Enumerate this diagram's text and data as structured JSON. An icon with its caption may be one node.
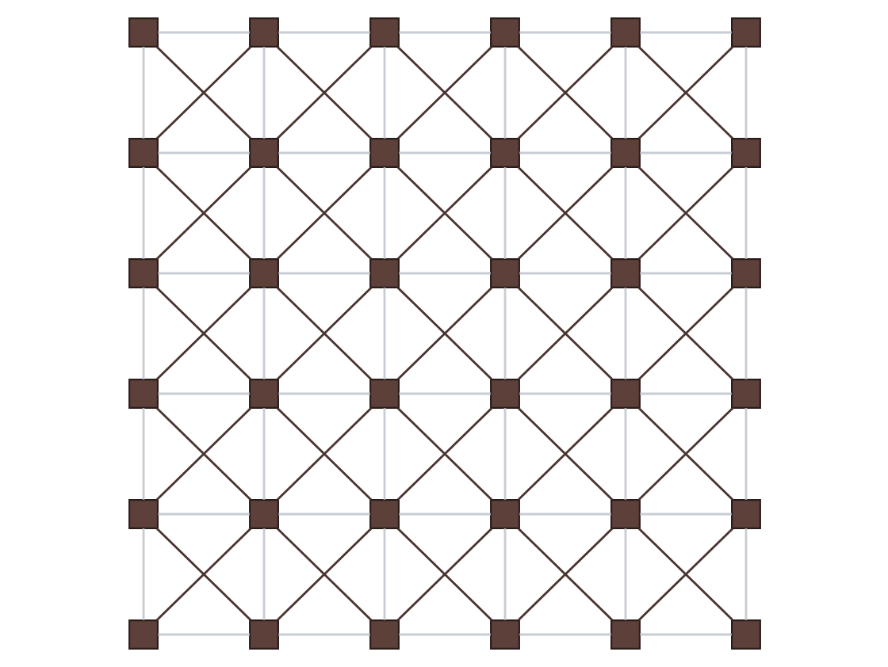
{
  "diagram": {
    "nodes": [
      {
        "text": [],
        "shape": "box"
      },
      {
        "text": [],
        "shape": "box"
      },
      {
        "text": [],
        "shape": "box"
      },
      {
        "text": [],
        "shape": "box"
      },
      {
        "text": [],
        "shape": "box"
      },
      {
        "text": [],
        "shape": "box"
      },
      {
        "text": [],
        "shape": "box"
      },
      {
        "text": [],
        "shape": "box"
      },
      {
        "text": [],
        "shape": "box"
      },
      {
        "text": [],
        "shape": "box"
      },
      {
        "text": [],
        "shape": "box"
      },
      {
        "text": [],
        "shape": "box"
      },
      {
        "text": [],
        "shape": "box"
      },
      {
        "text": [],
        "shape": "box"
      },
      {
        "text": [],
        "shape": "box"
      },
      {
        "text": [],
        "shape": "box"
      },
      {
        "text": [],
        "shape": "box"
      },
      {
        "text": [],
        "shape": "box"
      },
      {
        "text": [],
        "shape": "box"
      },
      {
        "text": [],
        "shape": "box"
      },
      {
        "text": [],
        "shape": "box"
      },
      {
        "text": [],
        "shape": "box"
      },
      {
        "text": [],
        "shape": "box"
      },
      {
        "text": [],
        "shape": "box"
      },
      {
        "text": [],
        "shape": "box"
      },
      {
        "text": [],
        "shape": "box"
      },
      {
        "text": [],
        "shape": "box"
      },
      {
        "text": [],
        "shape": "box"
      },
      {
        "text": [],
        "shape": "box"
      },
      {
        "text": [],
        "shape": "box"
      },
      {
        "text": [],
        "shape": "box"
      },
      {
        "text": [],
        "shape": "box"
      },
      {
        "text": [],
        "shape": "box"
      },
      {
        "text": [],
        "shape": "box"
      },
      {
        "text": [],
        "shape": "box"
      },
      {
        "text": [],
        "shape": "box"
      }
    ],
    "edges": [
      {
        "from": 0,
        "to": 1,
        "arrow": "none",
        "color": "#c8ccd4"
      },
      {
        "from": 1,
        "to": 2,
        "arrow": "none",
        "color": "#c8ccd4"
      },
      {
        "from": 2,
        "to": 3,
        "arrow": "none",
        "color": "#c8ccd4"
      },
      {
        "from": 3,
        "to": 4,
        "arrow": "none",
        "color": "#c8ccd4"
      },
      {
        "from": 4,
        "to": 5,
        "arrow": "none",
        "color": "#c8ccd4"
      },
      {
        "from": 6,
        "to": 7,
        "arrow": "none",
        "color": "#c8ccd4"
      },
      {
        "from": 7,
        "to": 8,
        "arrow": "none",
        "color": "#c8ccd4"
      },
      {
        "from": 8,
        "to": 9,
        "arrow": "none",
        "color": "#c8ccd4"
      },
      {
        "from": 9,
        "to": 10,
        "arrow": "none",
        "color": "#c8ccd4"
      },
      {
        "from": 10,
        "to": 11,
        "arrow": "none",
        "color": "#c8ccd4"
      },
      {
        "from": 12,
        "to": 13,
        "arrow": "none",
        "color": "#c8ccd4"
      },
      {
        "from": 13,
        "to": 14,
        "arrow": "none",
        "color": "#c8ccd4"
      },
      {
        "from": 14,
        "to": 15,
        "arrow": "none",
        "color": "#c8ccd4"
      },
      {
        "from": 15,
        "to": 16,
        "arrow": "none",
        "color": "#c8ccd4"
      },
      {
        "from": 16,
        "to": 17,
        "arrow": "none",
        "color": "#c8ccd4"
      },
      {
        "from": 18,
        "to": 19,
        "arrow": "none",
        "color": "#c8ccd4"
      },
      {
        "from": 19,
        "to": 20,
        "arrow": "none",
        "color": "#c8ccd4"
      },
      {
        "from": 20,
        "to": 21,
        "arrow": "none",
        "color": "#c8ccd4"
      },
      {
        "from": 21,
        "to": 22,
        "arrow": "none",
        "color": "#c8ccd4"
      },
      {
        "from": 22,
        "to": 23,
        "arrow": "none",
        "color": "#c8ccd4"
      },
      {
        "from": 24,
        "to": 25,
        "arrow": "none",
        "color": "#c8ccd4"
      },
      {
        "from": 25,
        "to": 26,
        "arrow": "none",
        "color": "#c8ccd4"
      },
      {
        "from": 26,
        "to": 27,
        "arrow": "none",
        "color": "#c8ccd4"
      },
      {
        "from": 27,
        "to": 28,
        "arrow": "none",
        "color": "#c8ccd4"
      },
      {
        "from": 28,
        "to": 29,
        "arrow": "none",
        "color": "#c8ccd4"
      },
      {
        "from": 30,
        "to": 31,
        "arrow": "none",
        "color": "#c8ccd4"
      },
      {
        "from": 31,
        "to": 32,
        "arrow": "none",
        "color": "#c8ccd4"
      },
      {
        "from": 32,
        "to": 33,
        "arrow": "none",
        "color": "#c8ccd4"
      },
      {
        "from": 33,
        "to": 34,
        "arrow": "none",
        "color": "#c8ccd4"
      },
      {
        "from": 34,
        "to": 35,
        "arrow": "none",
        "color": "#c8ccd4"
      },
      {
        "from": 0,
        "to": 6,
        "arrow": "none",
        "color": "#c8ccd4"
      },
      {
        "from": 1,
        "to": 7,
        "arrow": "none",
        "color": "#c8ccd4"
      },
      {
        "from": 2,
        "to": 8,
        "arrow": "none",
        "color": "#c8ccd4"
      },
      {
        "from": 3,
        "to": 9,
        "arrow": "none",
        "color": "#c8ccd4"
      },
      {
        "from": 4,
        "to": 10,
        "arrow": "none",
        "color": "#c8ccd4"
      },
      {
        "from": 5,
        "to": 11,
        "arrow": "none",
        "color": "#c8ccd4"
      },
      {
        "from": 6,
        "to": 12,
        "arrow": "none",
        "color": "#c8ccd4"
      },
      {
        "from": 7,
        "to": 13,
        "arrow": "none",
        "color": "#c8ccd4"
      },
      {
        "from": 8,
        "to": 14,
        "arrow": "none",
        "color": "#c8ccd4"
      },
      {
        "from": 9,
        "to": 15,
        "arrow": "none",
        "color": "#c8ccd4"
      },
      {
        "from": 10,
        "to": 16,
        "arrow": "none",
        "color": "#c8ccd4"
      },
      {
        "from": 11,
        "to": 17,
        "arrow": "none",
        "color": "#c8ccd4"
      },
      {
        "from": 12,
        "to": 18,
        "arrow": "none",
        "color": "#c8ccd4"
      },
      {
        "from": 13,
        "to": 19,
        "arrow": "none",
        "color": "#c8ccd4"
      },
      {
        "from": 14,
        "to": 20,
        "arrow": "none",
        "color": "#c8ccd4"
      },
      {
        "from": 15,
        "to": 21,
        "arrow": "none",
        "color": "#c8ccd4"
      },
      {
        "from": 16,
        "to": 22,
        "arrow": "none",
        "color": "#c8ccd4"
      },
      {
        "from": 17,
        "to": 23,
        "arrow": "none",
        "color": "#c8ccd4"
      },
      {
        "from": 18,
        "to": 24,
        "arrow": "none",
        "color": "#c8ccd4"
      },
      {
        "from": 19,
        "to": 25,
        "arrow": "none",
        "color": "#c8ccd4"
      },
      {
        "from": 20,
        "to": 26,
        "arrow": "none",
        "color": "#c8ccd4"
      },
      {
        "from": 21,
        "to": 27,
        "arrow": "none",
        "color": "#c8ccd4"
      },
      {
        "from": 22,
        "to": 28,
        "arrow": "none",
        "color": "#c8ccd4"
      },
      {
        "from": 23,
        "to": 29,
        "arrow": "none",
        "color": "#c8ccd4"
      },
      {
        "from": 24,
        "to": 30,
        "arrow": "none",
        "color": "#c8ccd4"
      },
      {
        "from": 25,
        "to": 31,
        "arrow": "none",
        "color": "#c8ccd4"
      },
      {
        "from": 26,
        "to": 32,
        "arrow": "none",
        "color": "#c8ccd4"
      },
      {
        "from": 27,
        "to": 33,
        "arrow": "none",
        "color": "#c8ccd4"
      },
      {
        "from": 28,
        "to": 34,
        "arrow": "none",
        "color": "#c8ccd4"
      },
      {
        "from": 29,
        "to": 35,
        "arrow": "none",
        "color": "#c8ccd4"
      },
      {
        "from": 0,
        "to": 7,
        "arrow": "none",
        "color": "#4a3531"
      },
      {
        "from": 1,
        "to": 6,
        "arrow": "none",
        "color": "#4a3531"
      },
      {
        "from": 1,
        "to": 8,
        "arrow": "none",
        "color": "#4a3531"
      },
      {
        "from": 2,
        "to": 7,
        "arrow": "none",
        "color": "#4a3531"
      },
      {
        "from": 2,
        "to": 9,
        "arrow": "none",
        "color": "#4a3531"
      },
      {
        "from": 3,
        "to": 8,
        "arrow": "none",
        "color": "#4a3531"
      },
      {
        "from": 3,
        "to": 10,
        "arrow": "none",
        "color": "#4a3531"
      },
      {
        "from": 4,
        "to": 9,
        "arrow": "none",
        "color": "#4a3531"
      },
      {
        "from": 4,
        "to": 11,
        "arrow": "none",
        "color": "#4a3531"
      },
      {
        "from": 5,
        "to": 10,
        "arrow": "none",
        "color": "#4a3531"
      },
      {
        "from": 6,
        "to": 13,
        "arrow": "none",
        "color": "#4a3531"
      },
      {
        "from": 7,
        "to": 12,
        "arrow": "none",
        "color": "#4a3531"
      },
      {
        "from": 7,
        "to": 14,
        "arrow": "none",
        "color": "#4a3531"
      },
      {
        "from": 8,
        "to": 13,
        "arrow": "none",
        "color": "#4a3531"
      },
      {
        "from": 8,
        "to": 15,
        "arrow": "none",
        "color": "#4a3531"
      },
      {
        "from": 9,
        "to": 14,
        "arrow": "none",
        "color": "#4a3531"
      },
      {
        "from": 9,
        "to": 16,
        "arrow": "none",
        "color": "#4a3531"
      },
      {
        "from": 10,
        "to": 15,
        "arrow": "none",
        "color": "#4a3531"
      },
      {
        "from": 10,
        "to": 17,
        "arrow": "none",
        "color": "#4a3531"
      },
      {
        "from": 11,
        "to": 16,
        "arrow": "none",
        "color": "#4a3531"
      },
      {
        "from": 12,
        "to": 19,
        "arrow": "none",
        "color": "#4a3531"
      },
      {
        "from": 13,
        "to": 18,
        "arrow": "none",
        "color": "#4a3531"
      },
      {
        "from": 13,
        "to": 20,
        "arrow": "none",
        "color": "#4a3531"
      },
      {
        "from": 14,
        "to": 19,
        "arrow": "none",
        "color": "#4a3531"
      },
      {
        "from": 14,
        "to": 21,
        "arrow": "none",
        "color": "#4a3531"
      },
      {
        "from": 15,
        "to": 20,
        "arrow": "none",
        "color": "#4a3531"
      },
      {
        "from": 15,
        "to": 22,
        "arrow": "none",
        "color": "#4a3531"
      },
      {
        "from": 16,
        "to": 21,
        "arrow": "none",
        "color": "#4a3531"
      },
      {
        "from": 16,
        "to": 23,
        "arrow": "none",
        "color": "#4a3531"
      },
      {
        "from": 17,
        "to": 22,
        "arrow": "none",
        "color": "#4a3531"
      },
      {
        "from": 18,
        "to": 25,
        "arrow": "none",
        "color": "#4a3531"
      },
      {
        "from": 19,
        "to": 24,
        "arrow": "none",
        "color": "#4a3531"
      },
      {
        "from": 19,
        "to": 26,
        "arrow": "none",
        "color": "#4a3531"
      },
      {
        "from": 20,
        "to": 25,
        "arrow": "none",
        "color": "#4a3531"
      },
      {
        "from": 20,
        "to": 27,
        "arrow": "none",
        "color": "#4a3531"
      },
      {
        "from": 21,
        "to": 26,
        "arrow": "none",
        "color": "#4a3531"
      },
      {
        "from": 21,
        "to": 28,
        "arrow": "none",
        "color": "#4a3531"
      },
      {
        "from": 22,
        "to": 27,
        "arrow": "none",
        "color": "#4a3531"
      },
      {
        "from": 22,
        "to": 29,
        "arrow": "none",
        "color": "#4a3531"
      },
      {
        "from": 23,
        "to": 28,
        "arrow": "none",
        "color": "#4a3531"
      },
      {
        "from": 24,
        "to": 31,
        "arrow": "none",
        "color": "#4a3531"
      },
      {
        "from": 25,
        "to": 30,
        "arrow": "none",
        "color": "#4a3531"
      },
      {
        "from": 25,
        "to": 32,
        "arrow": "none",
        "color": "#4a3531"
      },
      {
        "from": 26,
        "to": 31,
        "arrow": "none",
        "color": "#4a3531"
      },
      {
        "from": 26,
        "to": 33,
        "arrow": "none",
        "color": "#4a3531"
      },
      {
        "from": 27,
        "to": 32,
        "arrow": "none",
        "color": "#4a3531"
      },
      {
        "from": 27,
        "to": 34,
        "arrow": "none",
        "color": "#4a3531"
      },
      {
        "from": 28,
        "to": 33,
        "arrow": "none",
        "color": "#4a3531"
      },
      {
        "from": 28,
        "to": 35,
        "arrow": "none",
        "color": "#4a3531"
      },
      {
        "from": 29,
        "to": 34,
        "arrow": "none",
        "color": "#4a3531"
      }
    ]
  }
}
